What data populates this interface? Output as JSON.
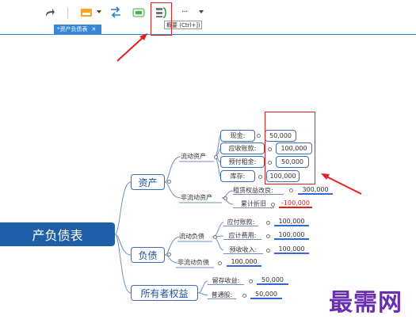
{
  "toolbar": {
    "tooltip": "概要 (Ctrl+])",
    "more_label": "···"
  },
  "tab": {
    "label": "*资产负债表",
    "close_glyph": "✕"
  },
  "mindmap": {
    "root": "产负债表",
    "assets": {
      "label": "资产",
      "current": {
        "label": "流动资产",
        "items": [
          {
            "label": "现金:",
            "value": "50,000"
          },
          {
            "label": "应收账款:",
            "value": "100,000"
          },
          {
            "label": "预付租金:",
            "value": "50,000"
          },
          {
            "label": "库存:",
            "value": "100,000"
          }
        ]
      },
      "noncurrent": {
        "label": "非流动资产",
        "items": [
          {
            "label": "租赁权益改良:",
            "value": "300,000"
          },
          {
            "label": "累计折旧",
            "value": "-100,000"
          }
        ]
      }
    },
    "liabilities": {
      "label": "负债",
      "current": {
        "label": "流动负债",
        "items": [
          {
            "label": "应付账款:",
            "value": "100,000"
          },
          {
            "label": "应计费用:",
            "value": "100,000"
          },
          {
            "label": "预收收入:",
            "value": "100,000"
          }
        ]
      },
      "noncurrent": {
        "label": "非流动负债",
        "value": "100,000"
      }
    },
    "equity": {
      "label": "所有者权益",
      "items": [
        {
          "label": "留存收益:",
          "value": "50,000"
        },
        {
          "label": "普通股:",
          "value": "50,000"
        }
      ]
    }
  },
  "watermark": "最需网",
  "colors": {
    "accent": "#3d6cb9",
    "root_bg": "#1f5fa8",
    "highlight": "#e02020",
    "tab_bg": "#3a86d6",
    "watermark": "#6a2fb0"
  }
}
